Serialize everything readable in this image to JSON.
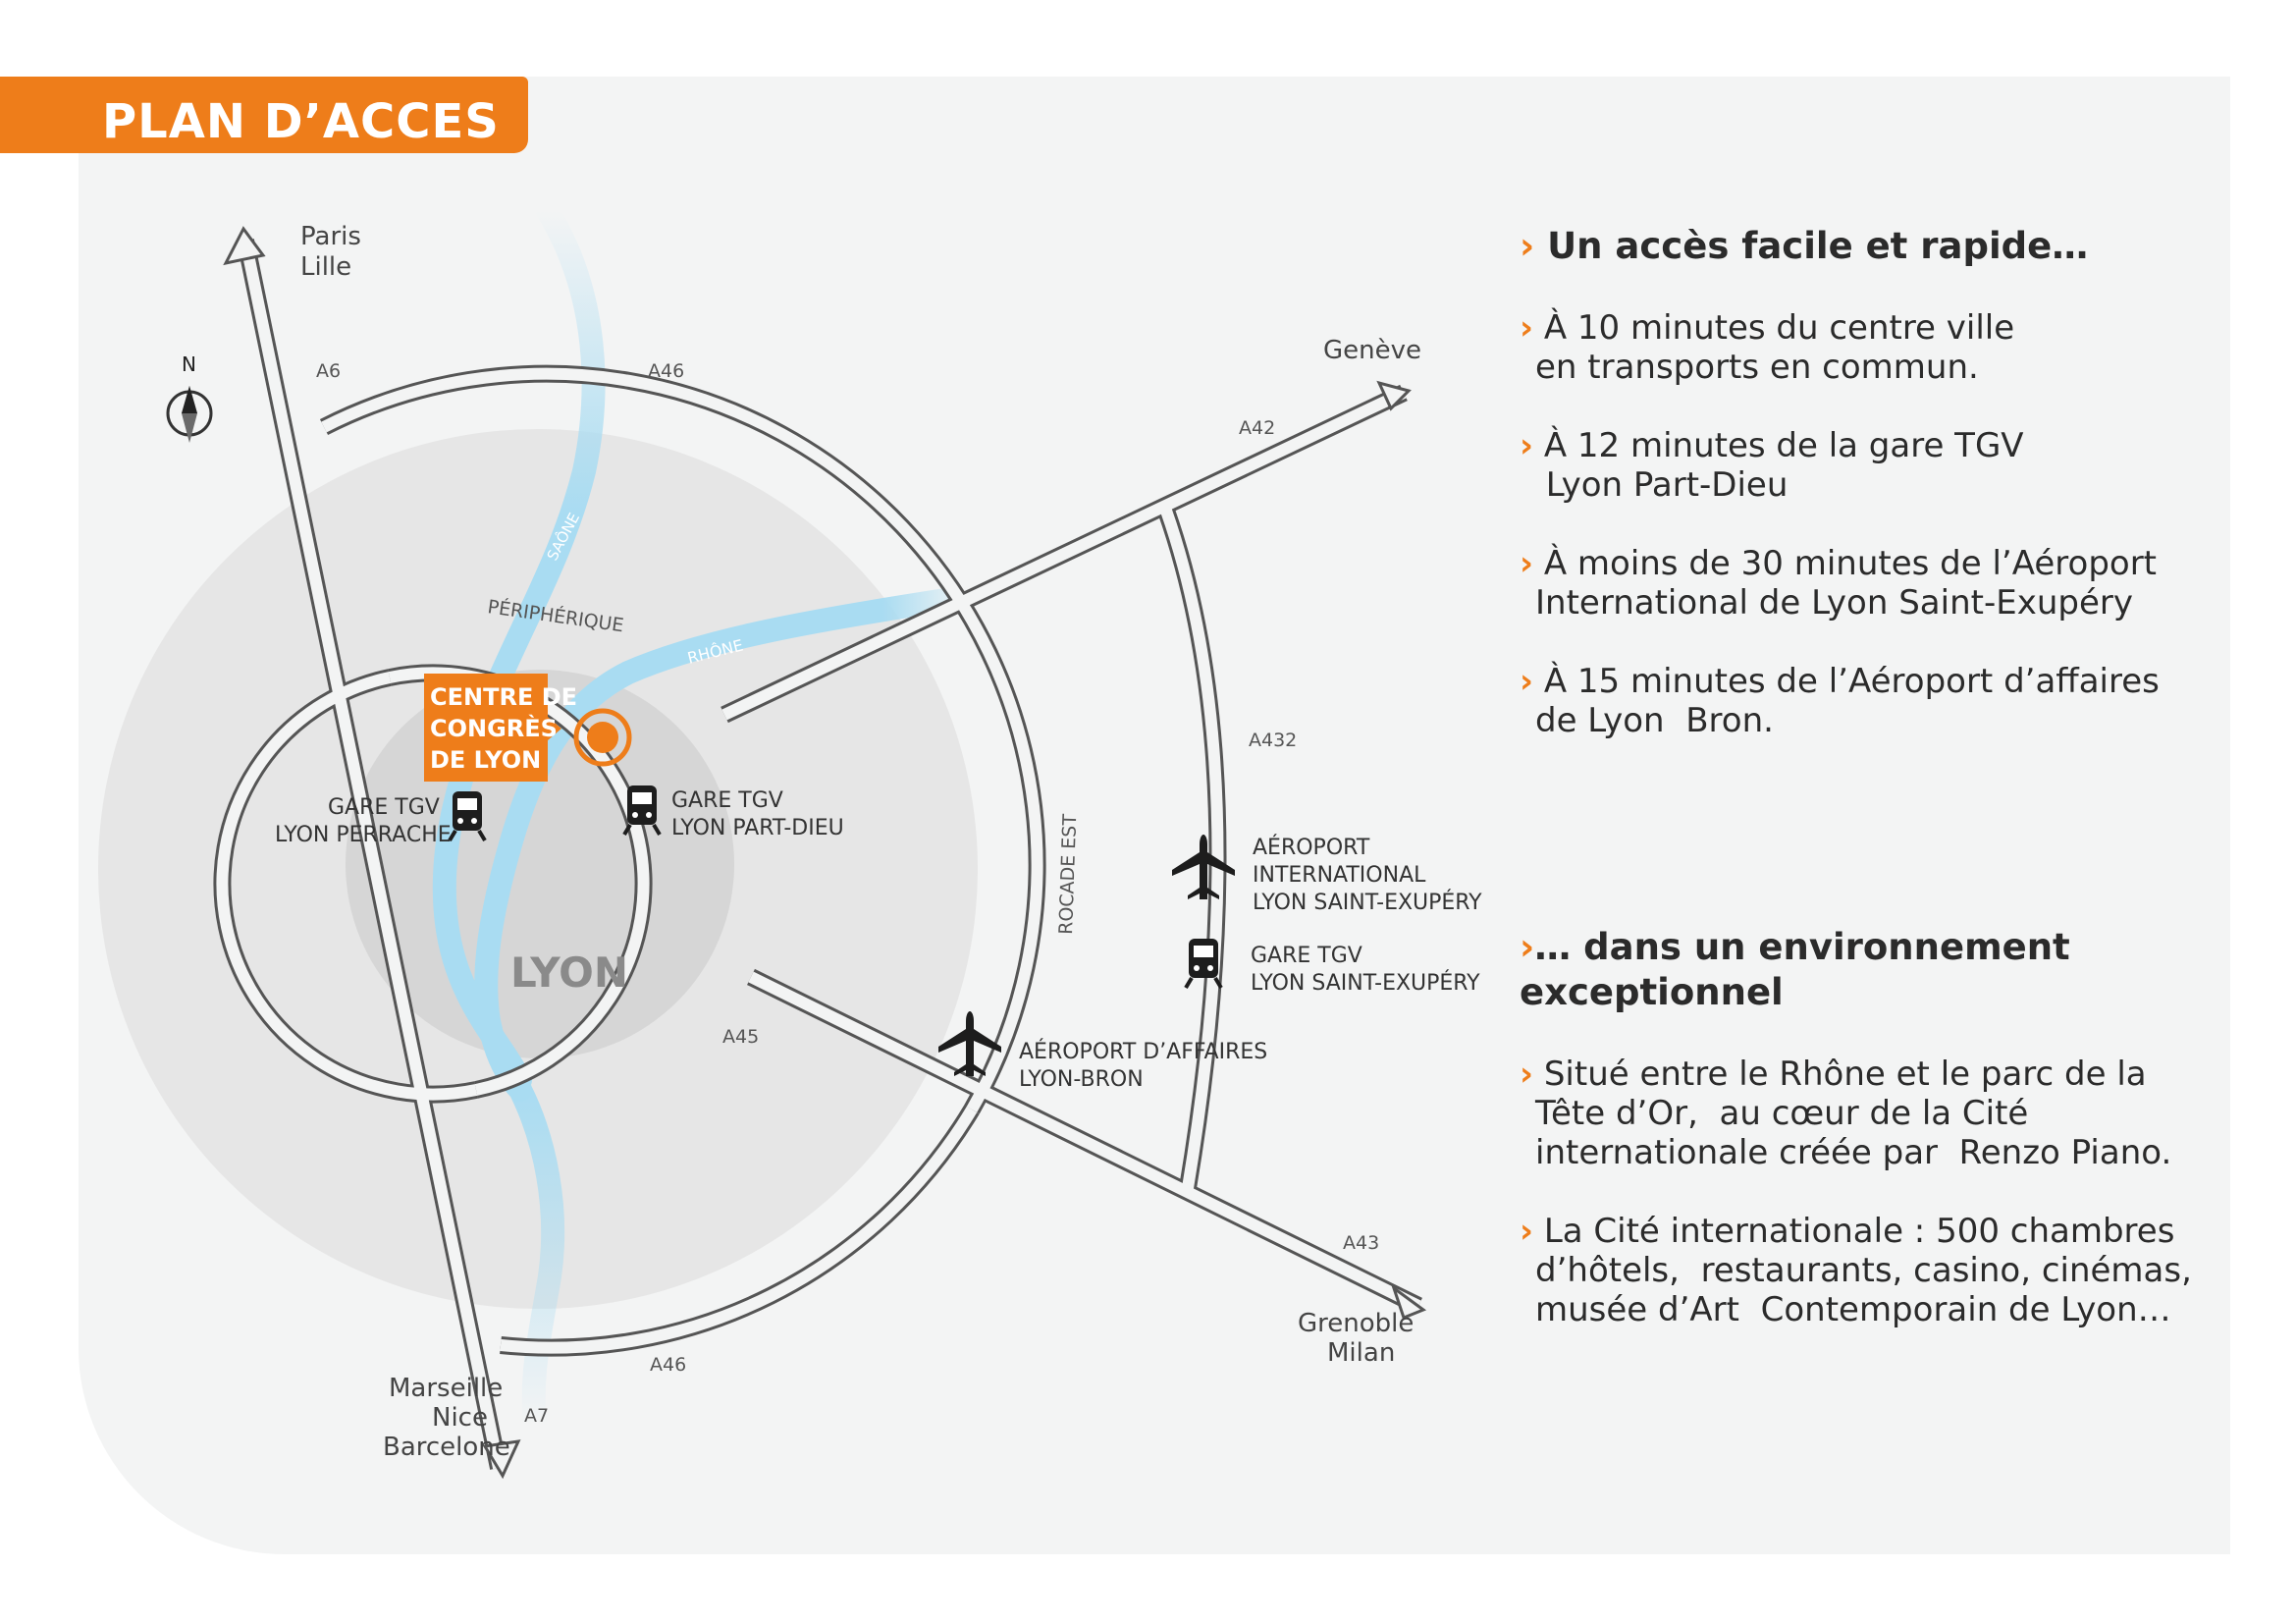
{
  "header": {
    "title": "PLAN D’ACCES"
  },
  "map": {
    "compass_label": "N",
    "destinations": {
      "north": [
        "Paris",
        "Lille"
      ],
      "northeast": "Genève",
      "southeast": [
        "Grenoble",
        "Milan"
      ],
      "south": [
        "Marseille",
        "Nice",
        "Barcelone"
      ]
    },
    "roads": {
      "a6": "A6",
      "a46_north": "A46",
      "a46_south": "A46",
      "a42": "A42",
      "a432": "A432",
      "a45": "A45",
      "a43": "A43",
      "a7": "A7",
      "peripherique": "PÉRIPHÉRIQUE",
      "rocade_est": "ROCADE EST"
    },
    "rivers": {
      "saone": "SAÔNE",
      "rhone": "RHÔNE"
    },
    "city": "LYON",
    "venue": [
      "CENTRE DE",
      "CONGRÈS",
      "DE LYON"
    ],
    "pois": {
      "gare_perrache": [
        "GARE TGV",
        "LYON PERRACHE"
      ],
      "gare_part_dieu": [
        "GARE TGV",
        "LYON PART-DIEU"
      ],
      "aeroport_intl": [
        "AÉROPORT",
        "INTERNATIONAL",
        "LYON SAINT-EXUPÉRY"
      ],
      "gare_saint_exupery": [
        "GARE TGV",
        "LYON SAINT-EXUPÉRY"
      ],
      "aeroport_bron": [
        "AÉROPORT D’AFFAIRES",
        "LYON-BRON"
      ]
    },
    "colors": {
      "accent": "#ee7d1a",
      "river": "#a9dcf2",
      "road": "#555555"
    }
  },
  "info": {
    "chevron": "›",
    "heading1": "Un accès facile et rapide…",
    "items1": [
      [
        "À 10 minutes du centre ville",
        "en transports en commun."
      ],
      [
        "À 12 minutes de la gare TGV",
        " Lyon Part-Dieu"
      ],
      [
        "À moins de 30 minutes de l’Aéroport",
        "International de Lyon Saint-Exupéry"
      ],
      [
        "À 15 minutes de l’Aéroport d’affaires",
        "de Lyon  Bron."
      ]
    ],
    "heading2_line1": "… dans un environnement",
    "heading2_line2": "exceptionnel",
    "items2": [
      [
        "Situé entre le Rhône et le parc de la",
        "Tête d’Or,  au cœur de la Cité",
        "internationale créée par  Renzo Piano."
      ],
      [
        "La Cité internationale : 500 chambres",
        "d’hôtels,  restaurants, casino, cinémas,",
        "musée d’Art  Contemporain de Lyon…"
      ]
    ]
  }
}
